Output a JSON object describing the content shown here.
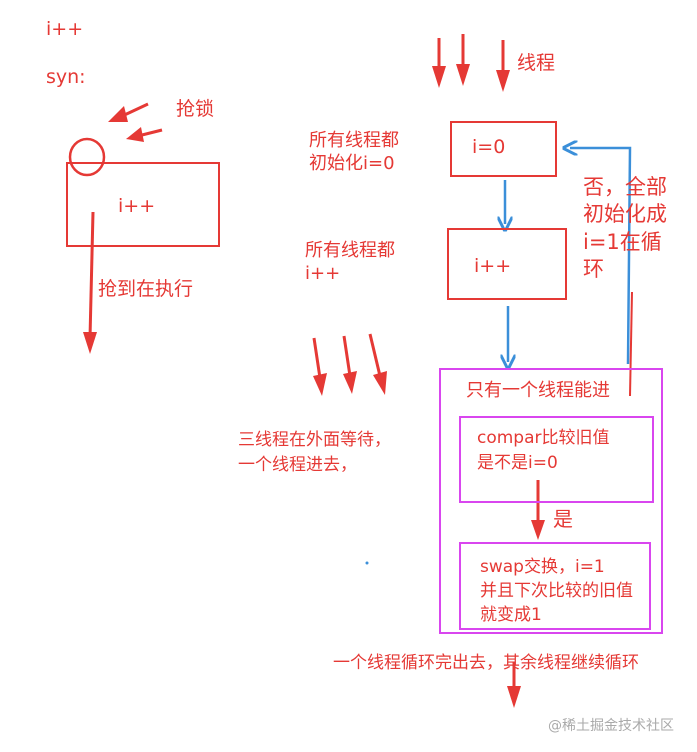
{
  "left": {
    "plain_label": "i++",
    "syn_label": "syn:",
    "lock_label": "抢锁",
    "box_label": "i++",
    "exec_label": "抢到在执行"
  },
  "right": {
    "threads_label": "线程",
    "init_note": "所有线程都\n初始化i=0",
    "init_box": "i=0",
    "incr_note": "所有线程都\ni++",
    "incr_box": "i++",
    "else_note": "否，全部\n初始化成\ni=1在循\n环",
    "wait_note": "三线程在外面等待，\n一个线程进去，",
    "outer_title": "只有一个线程能进",
    "compare_box": "compar比较旧值\n是不是i=0",
    "yes_label": "是",
    "swap_box": "swap交换，i=1\n并且下次比较的旧值\n就变成1",
    "bottom_note": "一个线程循环完出去，其余线程继续循环"
  },
  "watermark": "@稀土掘金技术社区",
  "colors": {
    "red": "#e53935",
    "blue": "#3b8fd9",
    "magenta": "#d946ef",
    "gray": "#aaaaaa"
  }
}
